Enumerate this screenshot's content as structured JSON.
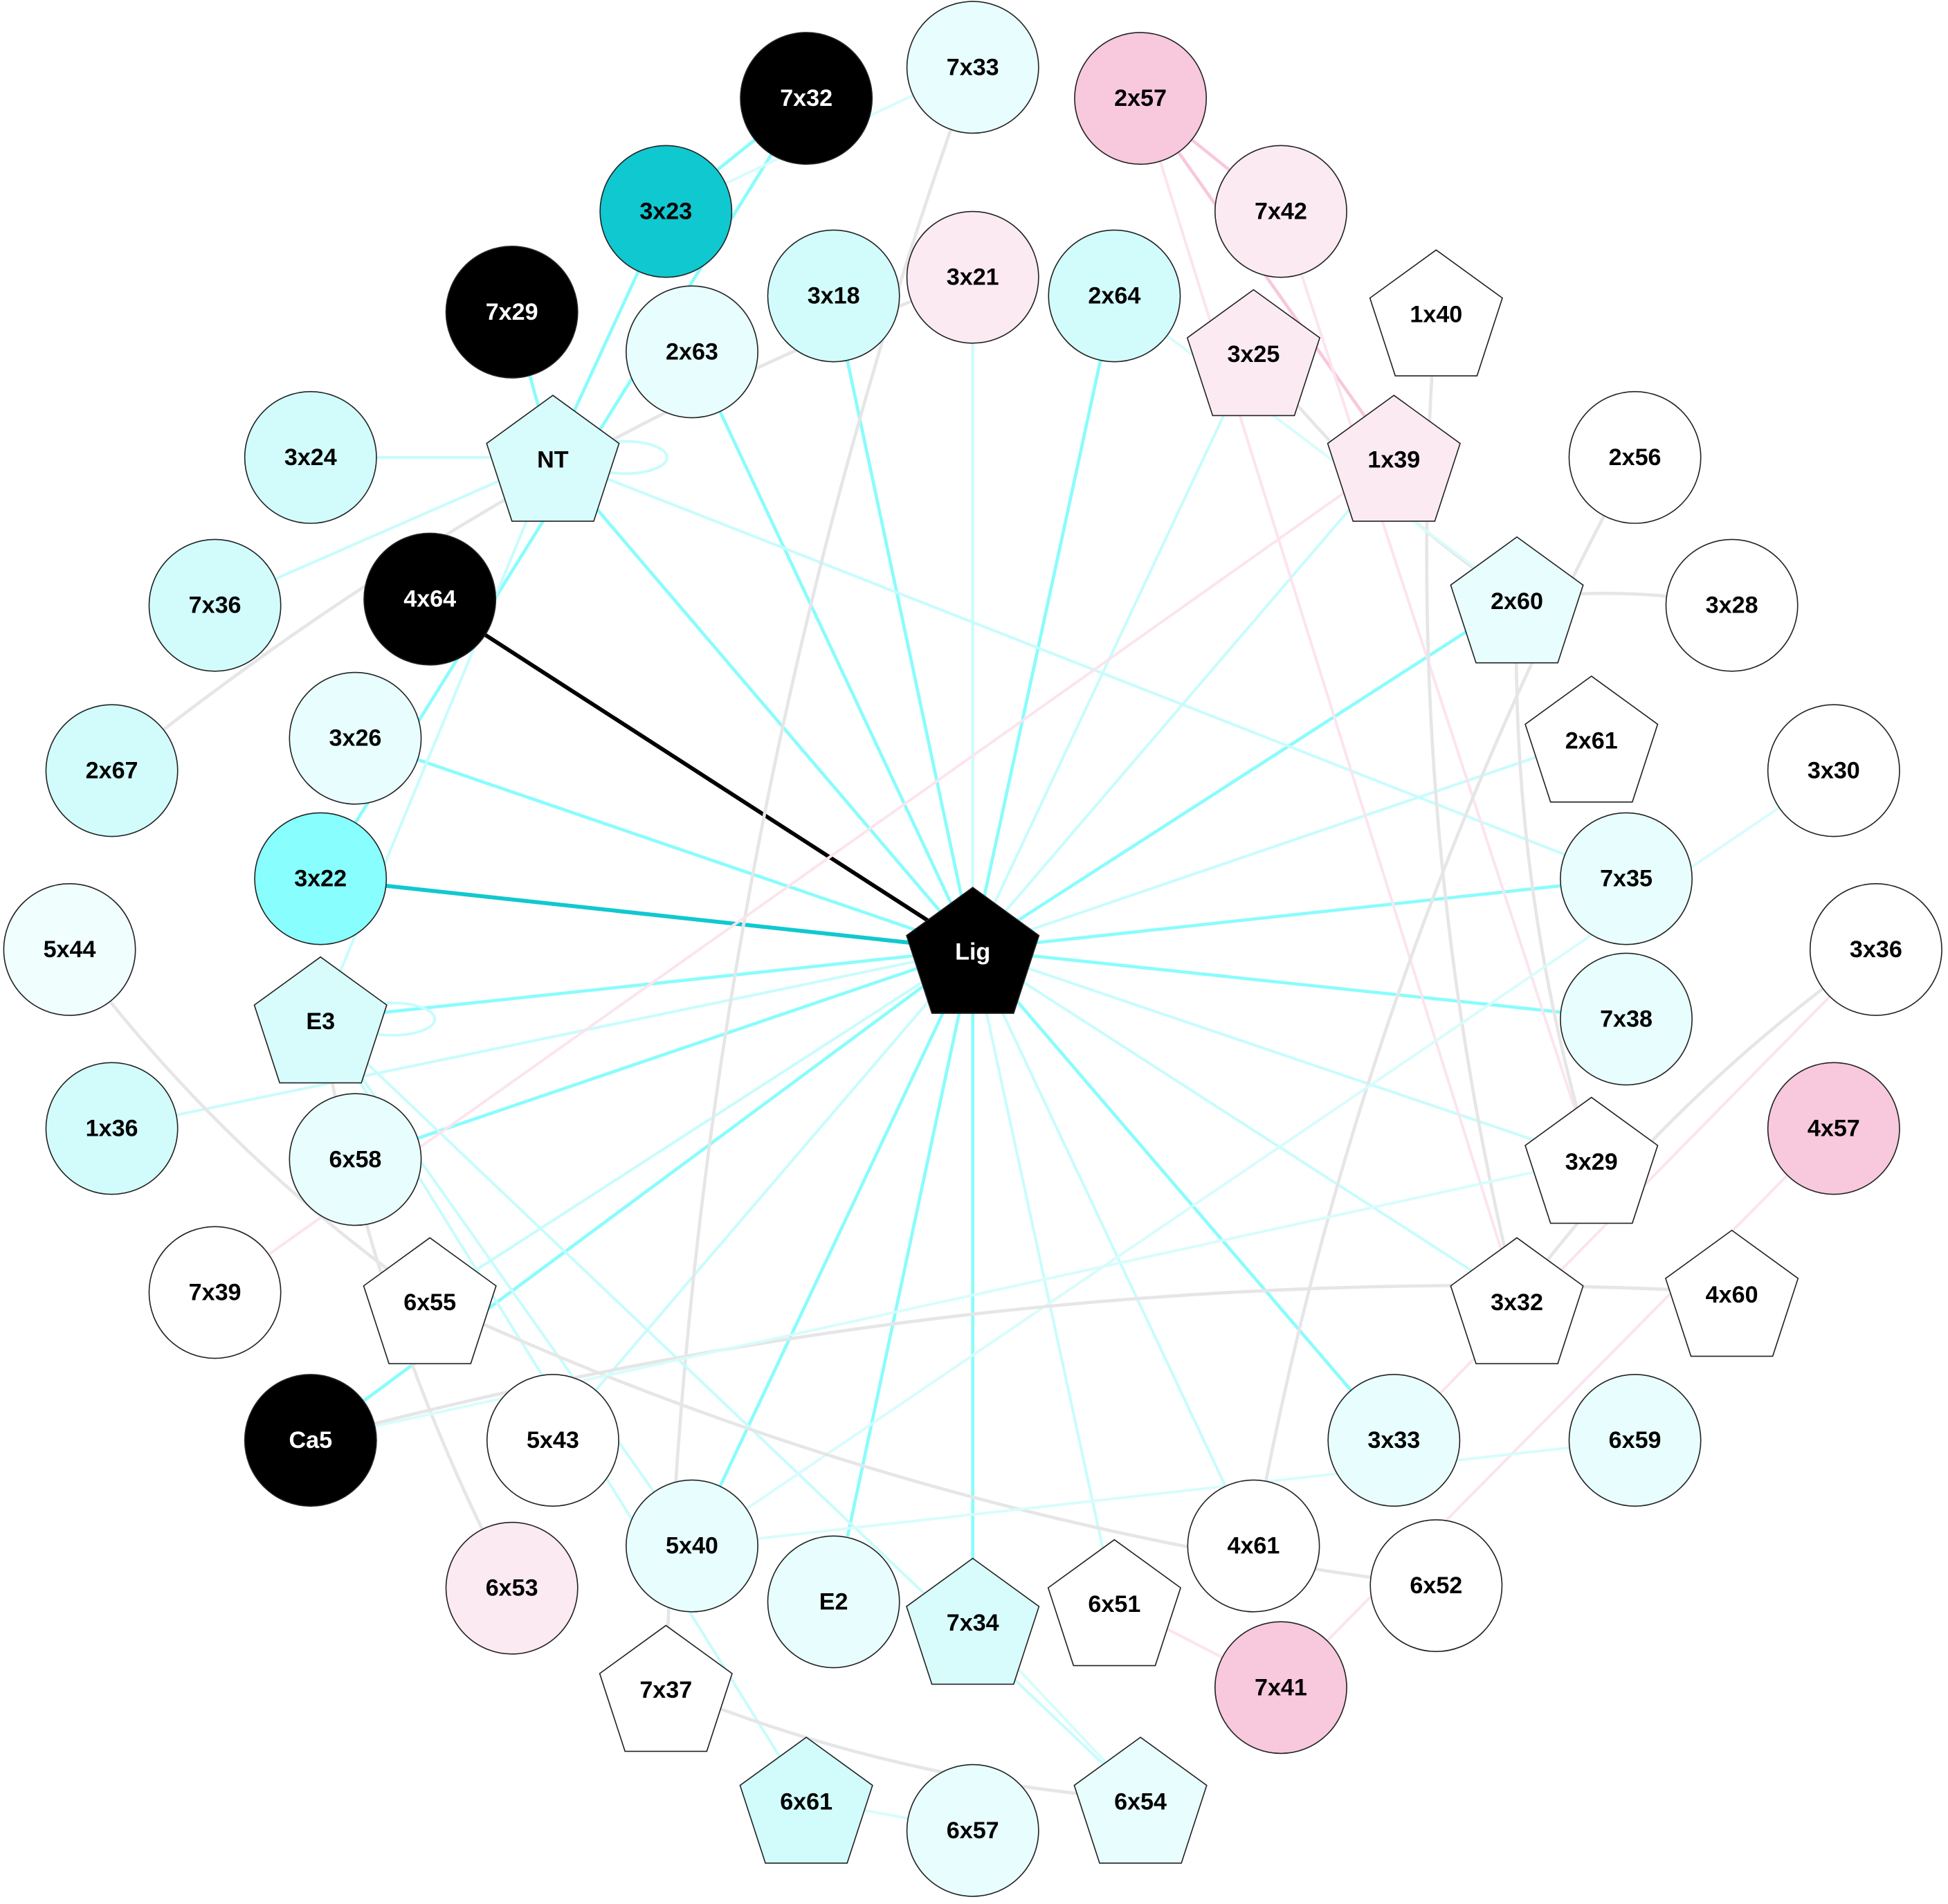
{
  "nodes": [
    {
      "id": "7x33",
      "label": "7x33",
      "shape": "circle",
      "fill": "#e8fefe",
      "text": "#000000"
    },
    {
      "id": "7x32",
      "label": "7x32",
      "shape": "circle",
      "fill": "#000000",
      "text": "#ffffff"
    },
    {
      "id": "2x57",
      "label": "2x57",
      "shape": "circle",
      "fill": "#f8c8dc",
      "text": "#000000"
    },
    {
      "id": "3x23",
      "label": "3x23",
      "shape": "circle",
      "fill": "#10c8d0",
      "text": "#000000"
    },
    {
      "id": "7x42",
      "label": "7x42",
      "shape": "circle",
      "fill": "#fbeaf2",
      "text": "#000000"
    },
    {
      "id": "3x18",
      "label": "3x18",
      "shape": "circle",
      "fill": "#d2fcfc",
      "text": "#000000"
    },
    {
      "id": "3x21",
      "label": "3x21",
      "shape": "circle",
      "fill": "#fbeaf2",
      "text": "#000000"
    },
    {
      "id": "2x64",
      "label": "2x64",
      "shape": "circle",
      "fill": "#d2fcfc",
      "text": "#000000"
    },
    {
      "id": "7x29",
      "label": "7x29",
      "shape": "circle",
      "fill": "#000000",
      "text": "#ffffff"
    },
    {
      "id": "2x63",
      "label": "2x63",
      "shape": "circle",
      "fill": "#e8fefe",
      "text": "#000000"
    },
    {
      "id": "3x25",
      "label": "3x25",
      "shape": "pentagon",
      "fill": "#fbeaf2",
      "text": "#000000"
    },
    {
      "id": "1x40",
      "label": "1x40",
      "shape": "pentagon",
      "fill": "#ffffff",
      "text": "#000000"
    },
    {
      "id": "3x24",
      "label": "3x24",
      "shape": "circle",
      "fill": "#d2fcfc",
      "text": "#000000"
    },
    {
      "id": "NT",
      "label": "NT",
      "shape": "pentagon",
      "fill": "#d8fcfc",
      "text": "#000000"
    },
    {
      "id": "1x39",
      "label": "1x39",
      "shape": "pentagon",
      "fill": "#fbeaf2",
      "text": "#000000"
    },
    {
      "id": "2x56",
      "label": "2x56",
      "shape": "circle",
      "fill": "#ffffff",
      "text": "#000000"
    },
    {
      "id": "7x36",
      "label": "7x36",
      "shape": "circle",
      "fill": "#d2fcfc",
      "text": "#000000"
    },
    {
      "id": "4x64",
      "label": "4x64",
      "shape": "circle",
      "fill": "#000000",
      "text": "#ffffff"
    },
    {
      "id": "2x60",
      "label": "2x60",
      "shape": "pentagon",
      "fill": "#e8fefe",
      "text": "#000000"
    },
    {
      "id": "3x28",
      "label": "3x28",
      "shape": "circle",
      "fill": "#ffffff",
      "text": "#000000"
    },
    {
      "id": "2x67",
      "label": "2x67",
      "shape": "circle",
      "fill": "#d2fcfc",
      "text": "#000000"
    },
    {
      "id": "3x26",
      "label": "3x26",
      "shape": "circle",
      "fill": "#e8fefe",
      "text": "#000000"
    },
    {
      "id": "2x61",
      "label": "2x61",
      "shape": "pentagon",
      "fill": "#ffffff",
      "text": "#000000"
    },
    {
      "id": "3x30",
      "label": "3x30",
      "shape": "circle",
      "fill": "#ffffff",
      "text": "#000000"
    },
    {
      "id": "3x22",
      "label": "3x22",
      "shape": "circle",
      "fill": "#88fefe",
      "text": "#000000"
    },
    {
      "id": "7x35",
      "label": "7x35",
      "shape": "circle",
      "fill": "#e8fefe",
      "text": "#000000"
    },
    {
      "id": "5x44",
      "label": "5x44",
      "shape": "circle",
      "fill": "#f0fefe",
      "text": "#000000"
    },
    {
      "id": "Lig",
      "label": "Lig",
      "shape": "pentagon",
      "fill": "#000000",
      "text": "#ffffff"
    },
    {
      "id": "3x36",
      "label": "3x36",
      "shape": "circle",
      "fill": "#ffffff",
      "text": "#000000"
    },
    {
      "id": "E3",
      "label": "E3",
      "shape": "pentagon",
      "fill": "#d8fcfc",
      "text": "#000000"
    },
    {
      "id": "7x38",
      "label": "7x38",
      "shape": "circle",
      "fill": "#e8fefe",
      "text": "#000000"
    },
    {
      "id": "1x36",
      "label": "1x36",
      "shape": "circle",
      "fill": "#d2fcfc",
      "text": "#000000"
    },
    {
      "id": "6x58",
      "label": "6x58",
      "shape": "circle",
      "fill": "#e8fefe",
      "text": "#000000"
    },
    {
      "id": "3x29",
      "label": "3x29",
      "shape": "pentagon",
      "fill": "#ffffff",
      "text": "#000000"
    },
    {
      "id": "4x57",
      "label": "4x57",
      "shape": "circle",
      "fill": "#f8c8dc",
      "text": "#000000"
    },
    {
      "id": "7x39",
      "label": "7x39",
      "shape": "circle",
      "fill": "#ffffff",
      "text": "#000000"
    },
    {
      "id": "6x55",
      "label": "6x55",
      "shape": "pentagon",
      "fill": "#ffffff",
      "text": "#000000"
    },
    {
      "id": "3x32",
      "label": "3x32",
      "shape": "pentagon",
      "fill": "#ffffff",
      "text": "#000000"
    },
    {
      "id": "4x60",
      "label": "4x60",
      "shape": "pentagon",
      "fill": "#ffffff",
      "text": "#000000"
    },
    {
      "id": "Ca5",
      "label": "Ca5",
      "shape": "circle",
      "fill": "#000000",
      "text": "#ffffff"
    },
    {
      "id": "5x43",
      "label": "5x43",
      "shape": "circle",
      "fill": "#ffffff",
      "text": "#000000"
    },
    {
      "id": "3x33",
      "label": "3x33",
      "shape": "circle",
      "fill": "#e8fefe",
      "text": "#000000"
    },
    {
      "id": "6x59",
      "label": "6x59",
      "shape": "circle",
      "fill": "#e8fefe",
      "text": "#000000"
    },
    {
      "id": "5x40",
      "label": "5x40",
      "shape": "circle",
      "fill": "#e8fefe",
      "text": "#000000"
    },
    {
      "id": "E2",
      "label": "E2",
      "shape": "circle",
      "fill": "#e8fefe",
      "text": "#000000"
    },
    {
      "id": "7x34",
      "label": "7x34",
      "shape": "pentagon",
      "fill": "#d8fcfc",
      "text": "#000000"
    },
    {
      "id": "6x51",
      "label": "6x51",
      "shape": "pentagon",
      "fill": "#ffffff",
      "text": "#000000"
    },
    {
      "id": "4x61",
      "label": "4x61",
      "shape": "circle",
      "fill": "#ffffff",
      "text": "#000000"
    },
    {
      "id": "6x52",
      "label": "6x52",
      "shape": "circle",
      "fill": "#ffffff",
      "text": "#000000"
    },
    {
      "id": "6x53",
      "label": "6x53",
      "shape": "circle",
      "fill": "#fbeaf2",
      "text": "#000000"
    },
    {
      "id": "7x41",
      "label": "7x41",
      "shape": "circle",
      "fill": "#f8c8dc",
      "text": "#000000"
    },
    {
      "id": "7x37",
      "label": "7x37",
      "shape": "pentagon",
      "fill": "#ffffff",
      "text": "#000000"
    },
    {
      "id": "6x61",
      "label": "6x61",
      "shape": "pentagon",
      "fill": "#d2fcfc",
      "text": "#000000"
    },
    {
      "id": "6x57",
      "label": "6x57",
      "shape": "circle",
      "fill": "#e8fefe",
      "text": "#000000"
    },
    {
      "id": "6x54",
      "label": "6x54",
      "shape": "pentagon",
      "fill": "#e8fefe",
      "text": "#000000"
    }
  ],
  "edges": [
    {
      "source": "Lig",
      "target": "4x64",
      "color": "#000000",
      "strength": "strong"
    },
    {
      "source": "Lig",
      "target": "3x22",
      "color": "#10c8d0",
      "strength": "strong"
    },
    {
      "source": "Lig",
      "target": "3x26",
      "color": "#8afcfc",
      "strength": "medium"
    },
    {
      "source": "Lig",
      "target": "E3",
      "color": "#8afcfc",
      "strength": "medium"
    },
    {
      "source": "Lig",
      "target": "6x58",
      "color": "#8afcfc",
      "strength": "medium"
    },
    {
      "source": "Lig",
      "target": "Ca5",
      "color": "#8afcfc",
      "strength": "medium"
    },
    {
      "source": "Lig",
      "target": "5x40",
      "color": "#8afcfc",
      "strength": "medium"
    },
    {
      "source": "Lig",
      "target": "E2",
      "color": "#8afcfc",
      "strength": "medium"
    },
    {
      "source": "Lig",
      "target": "7x34",
      "color": "#8afcfc",
      "strength": "medium"
    },
    {
      "source": "Lig",
      "target": "3x33",
      "color": "#8afcfc",
      "strength": "medium"
    },
    {
      "source": "Lig",
      "target": "7x38",
      "color": "#8afcfc",
      "strength": "medium"
    },
    {
      "source": "Lig",
      "target": "7x35",
      "color": "#8afcfc",
      "strength": "medium"
    },
    {
      "source": "Lig",
      "target": "2x60",
      "color": "#8afcfc",
      "strength": "medium"
    },
    {
      "source": "Lig",
      "target": "2x64",
      "color": "#8afcfc",
      "strength": "medium"
    },
    {
      "source": "Lig",
      "target": "3x18",
      "color": "#8afcfc",
      "strength": "medium"
    },
    {
      "source": "Lig",
      "target": "2x63",
      "color": "#8afcfc",
      "strength": "medium"
    },
    {
      "source": "Lig",
      "target": "NT",
      "color": "#8afcfc",
      "strength": "medium"
    },
    {
      "source": "Lig",
      "target": "3x21",
      "color": "#c8fcfc",
      "strength": "weak"
    },
    {
      "source": "Lig",
      "target": "3x25",
      "color": "#c8fcfc",
      "strength": "weak"
    },
    {
      "source": "Lig",
      "target": "1x39",
      "color": "#c8fcfc",
      "strength": "weak"
    },
    {
      "source": "Lig",
      "target": "2x61",
      "color": "#c8fcfc",
      "strength": "weak"
    },
    {
      "source": "Lig",
      "target": "3x29",
      "color": "#c8fcfc",
      "strength": "weak"
    },
    {
      "source": "Lig",
      "target": "3x32",
      "color": "#c8fcfc",
      "strength": "weak"
    },
    {
      "source": "Lig",
      "target": "6x51",
      "color": "#c8fcfc",
      "strength": "weak"
    },
    {
      "source": "Lig",
      "target": "4x61",
      "color": "#c8fcfc",
      "strength": "weak"
    },
    {
      "source": "Lig",
      "target": "6x55",
      "color": "#c8fcfc",
      "strength": "weak"
    },
    {
      "source": "Lig",
      "target": "5x43",
      "color": "#c8fcfc",
      "strength": "weak"
    },
    {
      "source": "Lig",
      "target": "1x36",
      "color": "#c8fcfc",
      "strength": "weak"
    },
    {
      "source": "7x32",
      "target": "3x23",
      "color": "#8afcfc",
      "strength": "medium"
    },
    {
      "source": "3x23",
      "target": "NT",
      "color": "#8afcfc",
      "strength": "medium"
    },
    {
      "source": "7x32",
      "target": "3x22",
      "color": "#8afcfc",
      "strength": "medium"
    },
    {
      "source": "7x29",
      "target": "NT",
      "color": "#8afcfc",
      "strength": "medium"
    },
    {
      "source": "NT",
      "target": "NT",
      "color": "#c8fcfc",
      "strength": "weak"
    },
    {
      "source": "3x24",
      "target": "NT",
      "color": "#c8fcfc",
      "strength": "weak"
    },
    {
      "source": "7x36",
      "target": "NT",
      "color": "#c8fcfc",
      "strength": "weak"
    },
    {
      "source": "NT",
      "target": "7x35",
      "color": "#c8fcfc",
      "strength": "weak"
    },
    {
      "source": "NT",
      "target": "E3",
      "color": "#c8fcfc",
      "strength": "weak"
    },
    {
      "source": "7x33",
      "target": "3x23",
      "color": "#d8fcfc",
      "strength": "weak"
    },
    {
      "source": "7x33",
      "target": "7x37",
      "color": "#e6e6e6",
      "strength": "medium"
    },
    {
      "source": "3x21",
      "target": "2x67",
      "color": "#e6e6e6",
      "strength": "medium"
    },
    {
      "source": "E3",
      "target": "E3",
      "color": "#c8fcfc",
      "strength": "weak"
    },
    {
      "source": "E3",
      "target": "6x53",
      "color": "#e6e6e6",
      "strength": "medium"
    },
    {
      "source": "E3",
      "target": "5x40",
      "color": "#c8fcfc",
      "strength": "weak"
    },
    {
      "source": "E3",
      "target": "6x54",
      "color": "#c8fcfc",
      "strength": "weak"
    },
    {
      "source": "E3",
      "target": "6x61",
      "color": "#c8fcfc",
      "strength": "weak"
    },
    {
      "source": "2x57",
      "target": "7x42",
      "color": "#f8c8dc",
      "strength": "medium"
    },
    {
      "source": "2x57",
      "target": "1x39",
      "color": "#f8c8dc",
      "strength": "medium"
    },
    {
      "source": "2x57",
      "target": "3x32",
      "color": "#fce4ee",
      "strength": "weak"
    },
    {
      "source": "7x42",
      "target": "3x29",
      "color": "#fce4ee",
      "strength": "weak"
    },
    {
      "source": "1x39",
      "target": "7x39",
      "color": "#fce4ee",
      "strength": "weak"
    },
    {
      "source": "3x25",
      "target": "2x60",
      "color": "#e6e6e6",
      "strength": "medium"
    },
    {
      "source": "1x40",
      "target": "3x32",
      "color": "#e6e6e6",
      "strength": "medium"
    },
    {
      "source": "2x56",
      "target": "4x61",
      "color": "#e6e6e6",
      "strength": "medium"
    },
    {
      "source": "3x28",
      "target": "2x60",
      "color": "#e6e6e6",
      "strength": "medium"
    },
    {
      "source": "2x60",
      "target": "3x29",
      "color": "#e6e6e6",
      "strength": "medium"
    },
    {
      "source": "2x64",
      "target": "2x60",
      "color": "#d8fcfc",
      "strength": "weak"
    },
    {
      "source": "3x30",
      "target": "5x40",
      "color": "#d8fcfc",
      "strength": "weak"
    },
    {
      "source": "3x36",
      "target": "3x32",
      "color": "#e6e6e6",
      "strength": "medium"
    },
    {
      "source": "3x36",
      "target": "3x33",
      "color": "#fce4ee",
      "strength": "weak"
    },
    {
      "source": "4x57",
      "target": "7x41",
      "color": "#fce4ee",
      "strength": "weak"
    },
    {
      "source": "4x60",
      "target": "Ca5",
      "color": "#e6e6e6",
      "strength": "medium"
    },
    {
      "source": "6x55",
      "target": "6x52",
      "color": "#e6e6e6",
      "strength": "medium"
    },
    {
      "source": "5x44",
      "target": "6x55",
      "color": "#e6e6e6",
      "strength": "medium"
    },
    {
      "source": "7x37",
      "target": "6x54",
      "color": "#e6e6e6",
      "strength": "medium"
    },
    {
      "source": "6x59",
      "target": "5x40",
      "color": "#d8fcfc",
      "strength": "weak"
    },
    {
      "source": "6x51",
      "target": "7x41",
      "color": "#fce4ee",
      "strength": "weak"
    },
    {
      "source": "6x61",
      "target": "6x57",
      "color": "#d8fcfc",
      "strength": "weak"
    },
    {
      "source": "3x29",
      "target": "Ca5",
      "color": "#d8fcfc",
      "strength": "weak"
    },
    {
      "source": "7x34",
      "target": "6x54",
      "color": "#d8fcfc",
      "strength": "weak"
    }
  ]
}
